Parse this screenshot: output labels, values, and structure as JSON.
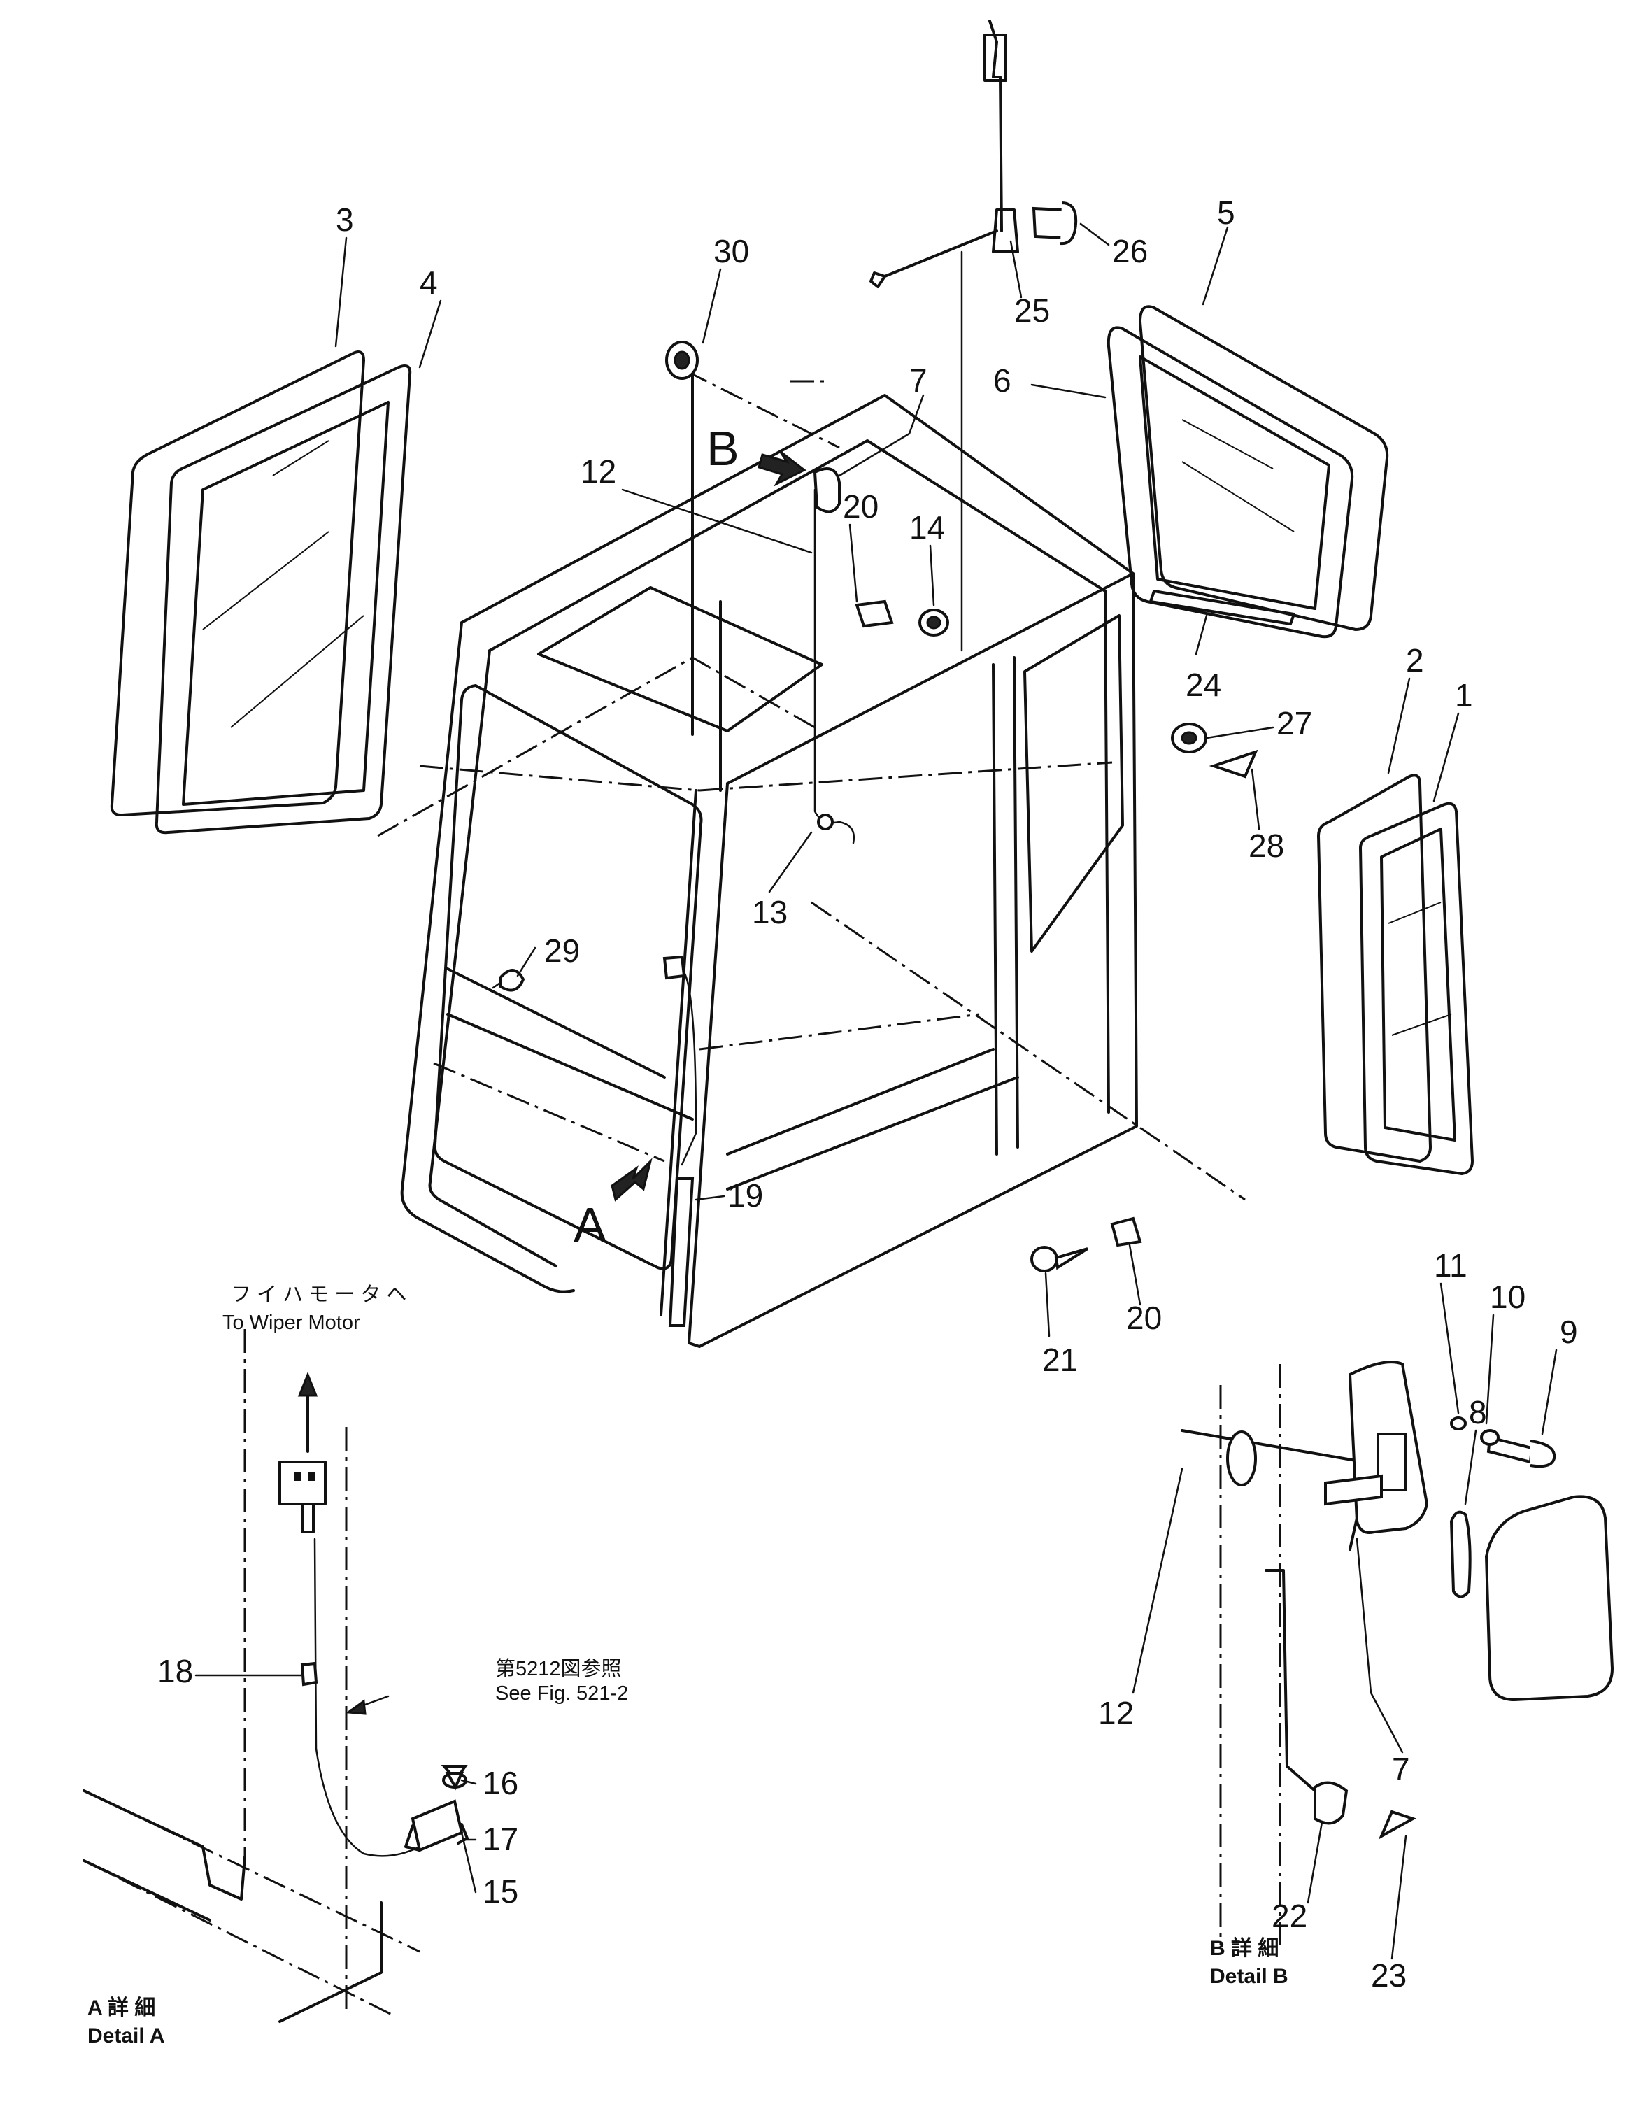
{
  "detail_a": {
    "marker": "A",
    "line1": "A 詳 細",
    "line2": "Detail A"
  },
  "detail_b": {
    "marker": "B",
    "line1": "B 詳 細",
    "line2": "Detail B"
  },
  "wiper_note": {
    "jp": "フ イ ハ モ ー タ ヘ",
    "en": "To Wiper Motor"
  },
  "fig_note": {
    "jp": "第5212図参照",
    "en": "See Fig. 521-2"
  },
  "callouts": [
    "1",
    "2",
    "3",
    "4",
    "5",
    "6",
    "7",
    "8",
    "9",
    "10",
    "11",
    "12",
    "13",
    "14",
    "15",
    "16",
    "17",
    "18",
    "19",
    "20",
    "21",
    "22",
    "23",
    "24",
    "25",
    "26",
    "27",
    "28",
    "29",
    "30"
  ]
}
